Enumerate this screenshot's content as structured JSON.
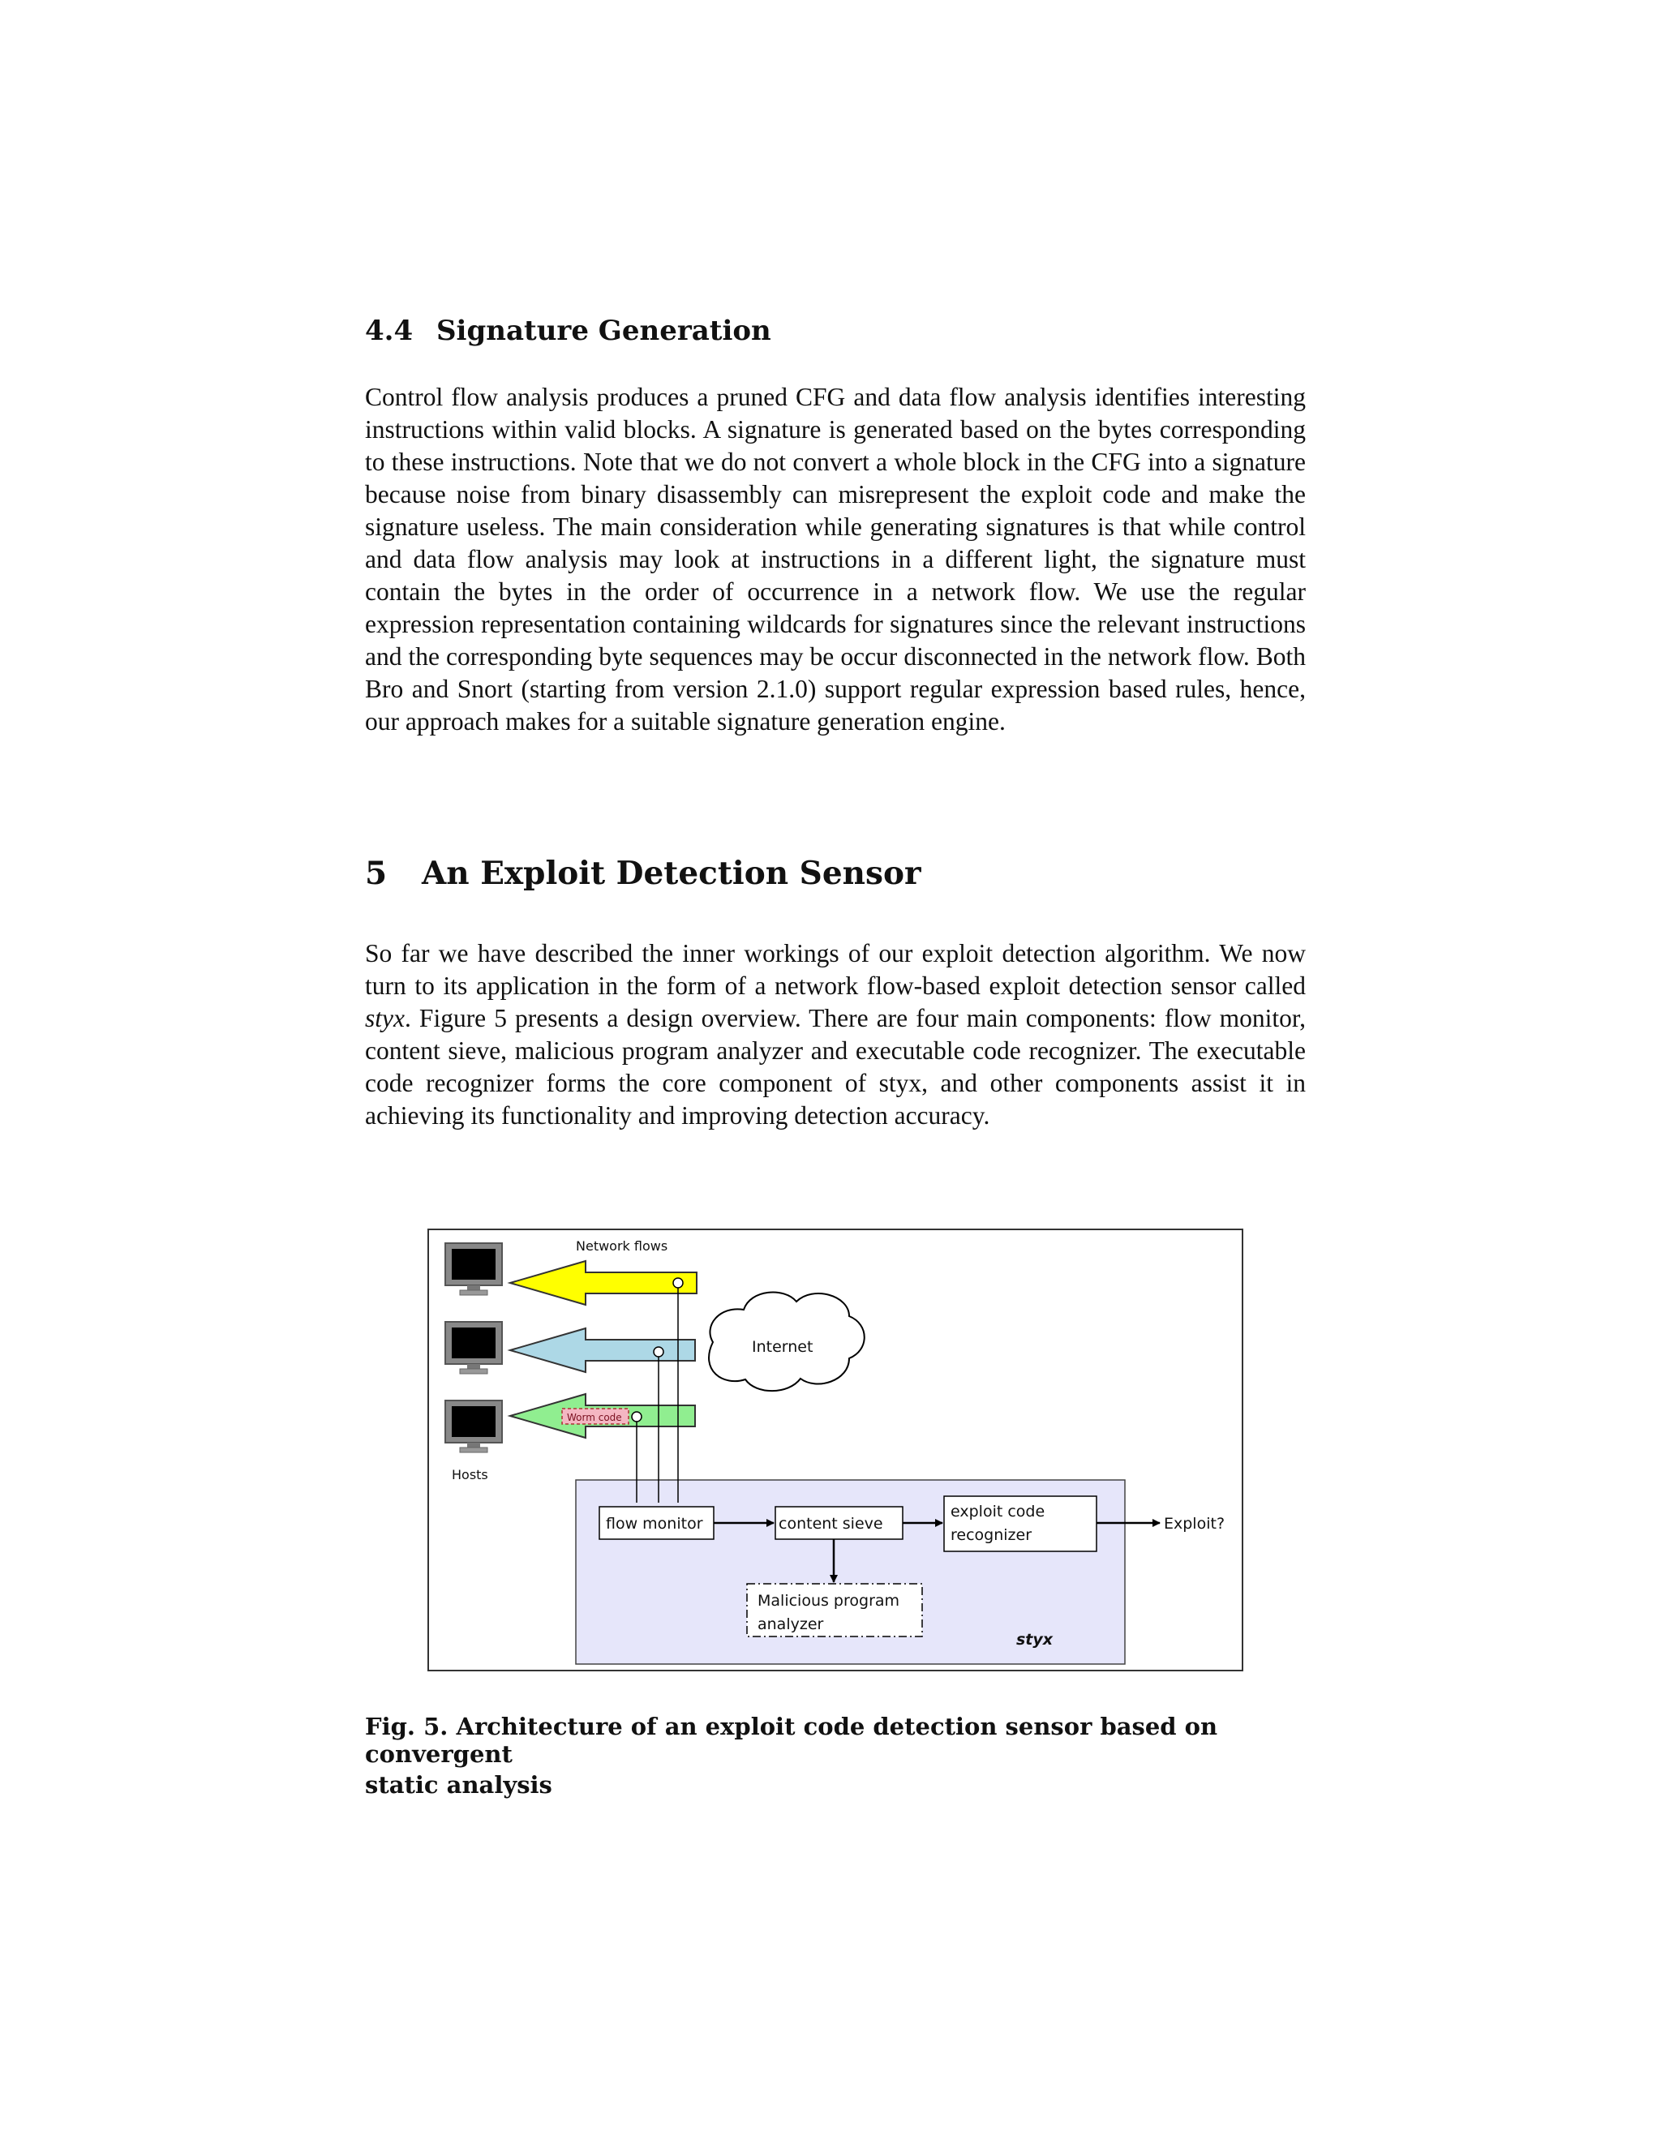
{
  "section_4_4": {
    "number": "4.4",
    "title": "Signature Generation",
    "paragraph": "Control flow analysis produces a pruned CFG and data flow analysis identifies interesting instructions within valid blocks. A signature is generated based on the bytes corresponding to these instructions. Note that we do not convert a whole block in the CFG into a signature because noise from binary disassembly can misrepresent the exploit code and make the signature useless. The main consideration while generating signatures is that while control and data flow analysis may look at instructions in a different light, the signature must contain the bytes in the order of occurrence in a network flow. We use the regular expression representation containing wildcards for signatures since the relevant instructions and the corresponding byte sequences may be occur disconnected in the network flow. Both Bro and Snort (starting from version 2.1.0) support regular expression based rules, hence, our approach makes for a suitable signature generation engine."
  },
  "section_5": {
    "number": "5",
    "title": "An Exploit Detection Sensor",
    "paragraph_before": "So far we have described the inner workings of our exploit detection algorithm. We now turn to its application in the form of a network flow-based exploit detection sensor called ",
    "sensor_name": "styx",
    "paragraph_after": ". Figure 5 presents a design overview. There are four main components: flow monitor, content sieve, malicious program analyzer and executable code recognizer. The executable code recognizer forms the core component of styx, and other components assist it in achieving its functionality and improving detection accuracy."
  },
  "figure": {
    "network_flows_label": "Network flows",
    "internet_label": "Internet",
    "worm_code_label": "Worm code",
    "hosts_label": "Hosts",
    "flow_monitor_label": "flow monitor",
    "content_sieve_label": "content sieve",
    "recognizer_line1": "exploit code",
    "recognizer_line2": "recognizer",
    "analyzer_line1": "Malicious program",
    "analyzer_line2": "analyzer",
    "styx_label": "styx",
    "exploit_label": "Exploit?",
    "colors": {
      "flow_1": "#ffff00",
      "flow_2": "#add8e6",
      "flow_3": "#90ee90",
      "worm_code": "#f4b6c2",
      "styx_box": "#e6e6fa"
    }
  },
  "caption": {
    "line1": "Fig. 5. Architecture of an exploit code detection sensor based on convergent",
    "line2": "static analysis"
  }
}
